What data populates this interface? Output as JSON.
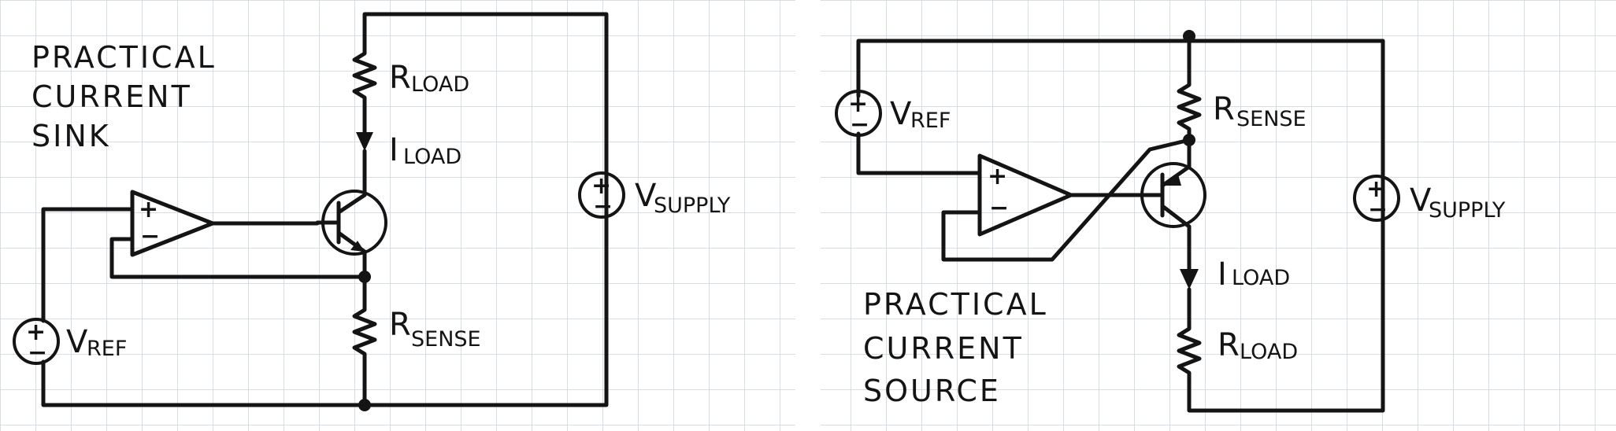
{
  "left": {
    "title": [
      "PRACTICAL",
      "CURRENT",
      "SINK"
    ],
    "r_load": {
      "main": "R",
      "sub": "LOAD"
    },
    "i_load": {
      "main": "I",
      "sub": "LOAD"
    },
    "r_sense": {
      "main": "R",
      "sub": "SENSE"
    },
    "v_ref": {
      "main": "V",
      "sub": "REF"
    },
    "v_supply": {
      "main": "V",
      "sub": "SUPPLY"
    }
  },
  "right": {
    "title": [
      "PRACTICAL",
      "CURRENT",
      "SOURCE"
    ],
    "v_ref": {
      "main": "V",
      "sub": "REF"
    },
    "r_sense": {
      "main": "R",
      "sub": "SENSE"
    },
    "v_supply": {
      "main": "V",
      "sub": "SUPPLY"
    },
    "i_load": {
      "main": "I",
      "sub": "LOAD"
    },
    "r_load": {
      "main": "R",
      "sub": "LOAD"
    }
  },
  "symbols": {
    "plus": "+",
    "minus": "−",
    "pm": "±"
  },
  "colors": {
    "ink": "#141414",
    "grid": "#c9d4dc",
    "paper": "#ffffff"
  }
}
